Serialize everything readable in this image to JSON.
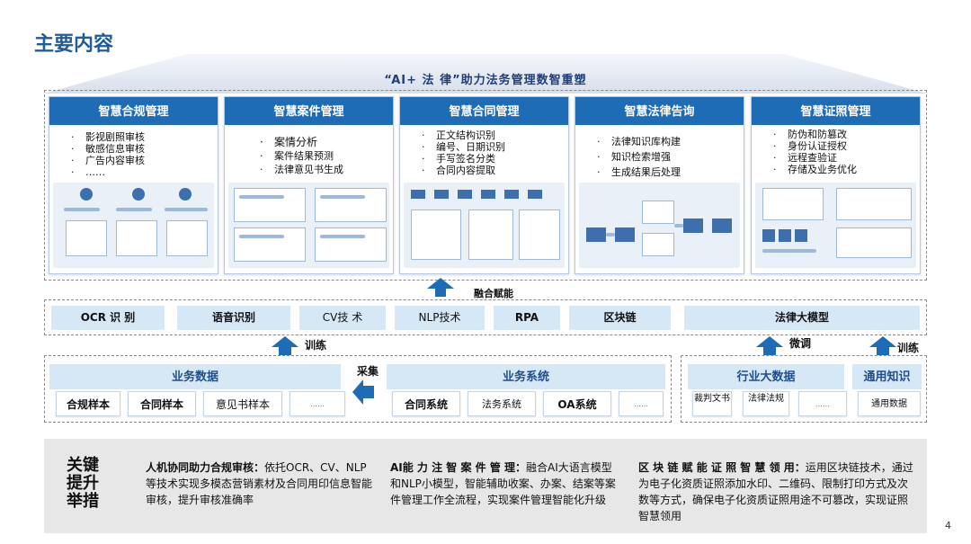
{
  "page": {
    "title": "主要内容",
    "number": "4"
  },
  "roof_text": "“AI+ 法 律”助力法务管理数智重塑",
  "cards": [
    {
      "title": "智慧合规管理",
      "items": [
        "影视剧照审核",
        "敏感信息审核",
        "广告内容审核",
        "……"
      ]
    },
    {
      "title": "智慧案件管理",
      "items": [
        "案情分析",
        "案件结果预测",
        "法律意见书生成"
      ]
    },
    {
      "title": "智慧合同管理",
      "items": [
        "正文结构识别",
        "编号、日期识别",
        "手写签名分类",
        "合同内容提取"
      ]
    },
    {
      "title": "智慧法律告询",
      "items": [
        "法律知识库构建",
        "知识检索增强",
        "生成结果后处理"
      ]
    },
    {
      "title": "智慧证照管理",
      "items": [
        "防伪和防篡改",
        "身份认证授权",
        "远程查验证",
        "存储及业务优化"
      ]
    }
  ],
  "labels": {
    "fusion": "融合赋能",
    "train1": "训练",
    "finetune": "微调",
    "train2": "训练",
    "collect": "采集"
  },
  "tech": [
    "OCR 识 别",
    "语音识别",
    "CV技 术",
    "NLP技术",
    "RPA",
    "区块链",
    "法律大模型"
  ],
  "business_data": {
    "title": "业务数据",
    "items": [
      "合规样本",
      "合同样本",
      "意见书样本",
      "……"
    ]
  },
  "business_system": {
    "title": "业务系统",
    "items": [
      "合同系统",
      "法务系统",
      "OA系统",
      "……"
    ]
  },
  "industry_data": {
    "title": "行业大数据",
    "items": [
      "裁判文书",
      "法律法规",
      "……"
    ]
  },
  "general_knowledge": {
    "title": "通用知识",
    "items": [
      "通用数据"
    ]
  },
  "key": "关键提升举措",
  "measures": [
    {
      "head": "人机协同助力合规审核：",
      "body": "依托OCR、CV、NLP 等技术实现多模态营销素材及合同用印信息智能审核，提升审核准确率"
    },
    {
      "head": "AI能 力 注 智 案 件 管 理：",
      "body": "融合AI大语言模型和NLP小模型，智能辅助收案、办案、结案等案件管理工作全流程，实现案件管理智能化升级"
    },
    {
      "head": "区 块 链 赋 能 证 照 智 慧 领 用：",
      "body": "运用区块链技术，通过为电子化资质证照添加水印、二维码、限制打印方式及次数等方式，确保电子化资质证照用途不可篡改，实现证照智慧领用"
    }
  ]
}
